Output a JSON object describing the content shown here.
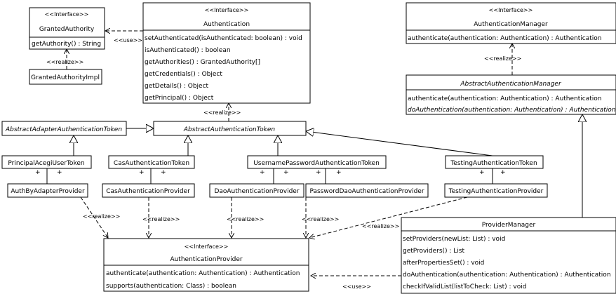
{
  "classes": {
    "granted_authority": {
      "stereotype": "<<Interface>>",
      "name": "GrantedAuthority",
      "ops": [
        "getAuthority() : String"
      ]
    },
    "granted_authority_impl": {
      "name": "GrantedAuthorityImpl"
    },
    "authentication": {
      "stereotype": "<<Interface>>",
      "name": "Authentication",
      "ops": [
        "setAuthenticated(isAuthenticated: boolean) : void",
        "isAuthenticated() : boolean",
        "getAuthorities() : GrantedAuthority[]",
        "getCredentials() : Object",
        "getDetails() : Object",
        "getPrincipal() : Object"
      ]
    },
    "authentication_manager": {
      "stereotype": "<<Interface>>",
      "name": "AuthenticationManager",
      "ops": [
        "authenticate(authentication: Authentication) : Authentication"
      ]
    },
    "abstract_authentication_manager": {
      "name": "AbstractAuthenticationManager",
      "ops": [
        "authenticate(authentication: Authentication) : Authentication",
        "doAuthentication(authentication: Authentication) : Authentication"
      ]
    },
    "abstract_adapter_token": {
      "name": "AbstractAdapterAuthenticationToken"
    },
    "abstract_authentication_token": {
      "name": "AbstractAuthenticationToken"
    },
    "principal_acegi_user_token": {
      "name": "PrincipalAcegiUserToken"
    },
    "cas_authentication_token": {
      "name": "CasAuthenticationToken"
    },
    "username_password_token": {
      "name": "UsernamePasswordAuthenticationToken"
    },
    "testing_authentication_token": {
      "name": "TestingAuthenticationToken"
    },
    "auth_by_adapter_provider": {
      "name": "AuthByAdapterProvider"
    },
    "cas_authentication_provider": {
      "name": "CasAuthenticationProvider"
    },
    "dao_authentication_provider": {
      "name": "DaoAuthenticationProvider"
    },
    "password_dao_provider": {
      "name": "PasswordDaoAuthenticationProvider"
    },
    "testing_authentication_provider": {
      "name": "TestingAuthenticationProvider"
    },
    "authentication_provider": {
      "stereotype": "<<Interface>>",
      "name": "AuthenticationProvider",
      "ops": [
        "authenticate(authentication: Authentication) : Authentication",
        "supports(authentication: Class) : boolean"
      ]
    },
    "provider_manager": {
      "name": "ProviderManager",
      "ops": [
        "setProviders(newList: List) : void",
        "getProviders() : List",
        "afterPropertiesSet() : void",
        "doAuthentication(authentication: Authentication) : Authentication",
        "checkIfValidList(listToCheck: List) : void"
      ]
    }
  },
  "labels": {
    "use": "<<use>>",
    "realize": "<<realize>>",
    "plus": "+"
  }
}
